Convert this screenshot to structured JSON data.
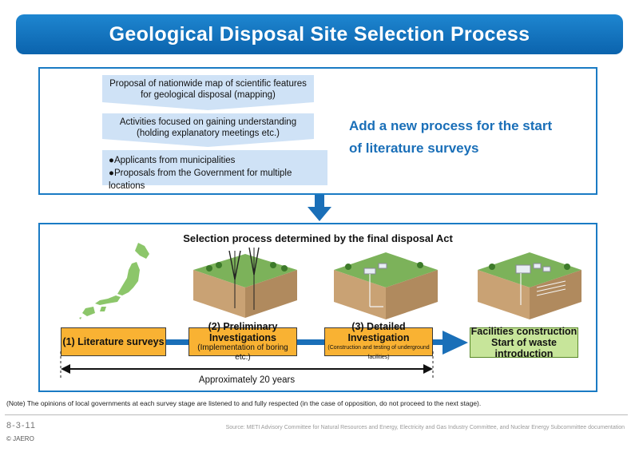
{
  "title": "Geological Disposal Site Selection Process",
  "top_panel": {
    "steps": [
      "Proposal of nationwide map of scientific features for geological disposal (mapping)",
      "Activities focused on gaining understanding (holding explanatory meetings etc.)"
    ],
    "bullets": [
      "●Applicants from municipalities",
      "●Proposals from the Government for multiple locations"
    ],
    "highlight_line1": "Add a new process for the start",
    "highlight_line2": "of literature surveys"
  },
  "bottom_panel": {
    "title": "Selection process determined by the final disposal Act",
    "stages": [
      {
        "label": "(1) Literature surveys",
        "sub": ""
      },
      {
        "label": "(2) Preliminary Investigations",
        "sub": "(Implementation of boring etc.)"
      },
      {
        "label": "(3) Detailed Investigation",
        "sub": "(Construction and testing of underground facilities)"
      },
      {
        "label": "Facilities construction",
        "sub": "Start of waste introduction"
      }
    ],
    "duration": "Approximately 20 years"
  },
  "note": "(Note) The opinions of local governments at each survey stage are listened to and fully respected (in the case of opposition, do not proceed to the next stage).",
  "page_number": "8-3-11",
  "copyright": "© JAERO",
  "source": "Source: METI Advisory Committee for Natural Resources and Energy, Electricity and Gas Industry Committee, and Nuclear Energy Subcommittee documentation",
  "colors": {
    "primary": "#1a7bc4",
    "step_fill": "#cfe2f6",
    "stage_orange": "#f9b233",
    "stage_green": "#c7e59a",
    "ground": "#6aa84f"
  }
}
